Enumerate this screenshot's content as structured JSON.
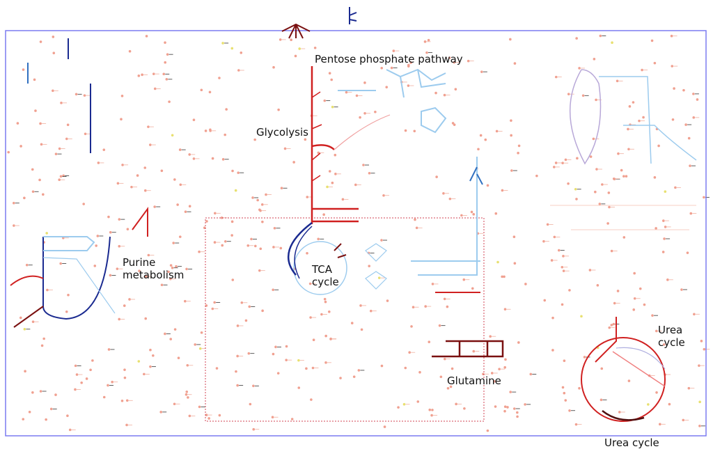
{
  "labels": {
    "pentose": "Pentose phosphate pathway",
    "glycolysis": "Glycolysis",
    "purine": "Purine metabolism",
    "tca": "TCA cycle",
    "glutamine": "Glutamine",
    "urea_inner": "Urea cycle",
    "urea_outer": "Urea cycle"
  },
  "colors": {
    "frame": "#7b7bf0",
    "inset": "#d04050",
    "node": "#f0a090",
    "up": "#d02020",
    "up_strong": "#7a1010",
    "down": "#9ccbee",
    "down_strong": "#1a2a90",
    "minor": "#c8c8e8"
  }
}
